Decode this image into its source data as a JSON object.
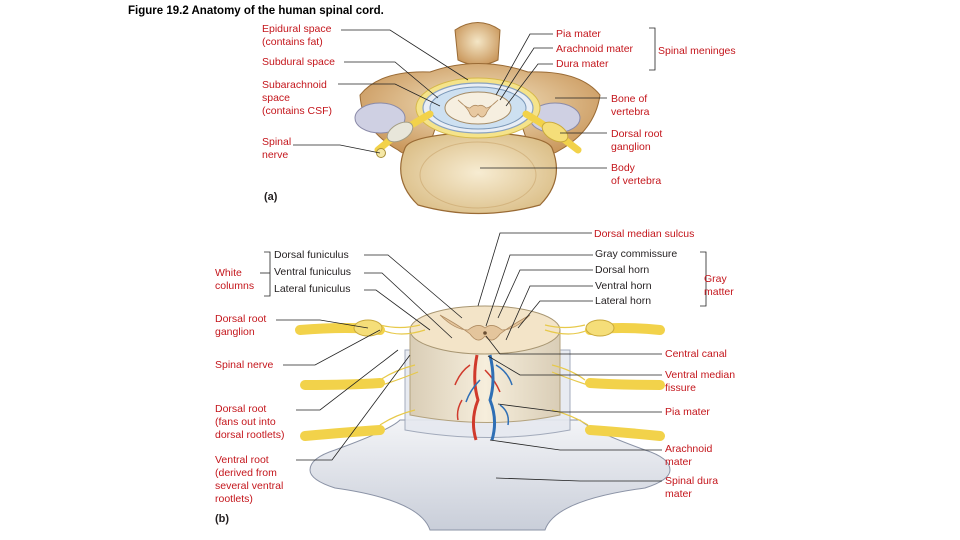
{
  "figure": {
    "title": "Figure 19.2  Anatomy of the human spinal cord.",
    "panel_a": "(a)",
    "panel_b": "(b)"
  },
  "labels_a": {
    "epidural": "Epidural space\n(contains fat)",
    "subdural": "Subdural space",
    "subarachnoid": "Subarachnoid\nspace\n(contains CSF)",
    "spinal_nerve": "Spinal\nnerve",
    "pia": "Pia mater",
    "arachnoid": "Arachnoid mater",
    "dura": "Dura mater",
    "meninges": "Spinal meninges",
    "bone": "Bone of\nvertebra",
    "drg": "Dorsal root\nganglion",
    "body": "Body\nof vertebra"
  },
  "labels_b": {
    "dorsal_median_sulcus": "Dorsal median sulcus",
    "dorsal_funiculus": "Dorsal funiculus",
    "ventral_funiculus": "Ventral funiculus",
    "lateral_funiculus": "Lateral funiculus",
    "white_columns": "White\ncolumns",
    "gray_commissure": "Gray commissure",
    "dorsal_horn": "Dorsal horn",
    "ventral_horn": "Ventral horn",
    "lateral_horn": "Lateral horn",
    "gray_matter": "Gray\nmatter",
    "drg": "Dorsal root\nganglion",
    "spinal_nerve": "Spinal nerve",
    "dorsal_root": "Dorsal root\n(fans out into\ndorsal rootlets)",
    "ventral_root": "Ventral root\n(derived from\nseveral ventral\nrootlets)",
    "central_canal": "Central canal",
    "ventral_median_fissure": "Ventral median\nfissure",
    "pia": "Pia mater",
    "arachnoid": "Arachnoid\nmater",
    "dura": "Spinal dura\nmater"
  },
  "colors": {
    "label_red": "#c4161c",
    "bone": "#e8d2a6",
    "bone_dark": "#c79a5d",
    "nerve": "#f2d24a",
    "cord": "#f3e4c8",
    "dura": "#dfe3ea",
    "artery": "#d03a2c",
    "vein": "#2f6fb5"
  }
}
